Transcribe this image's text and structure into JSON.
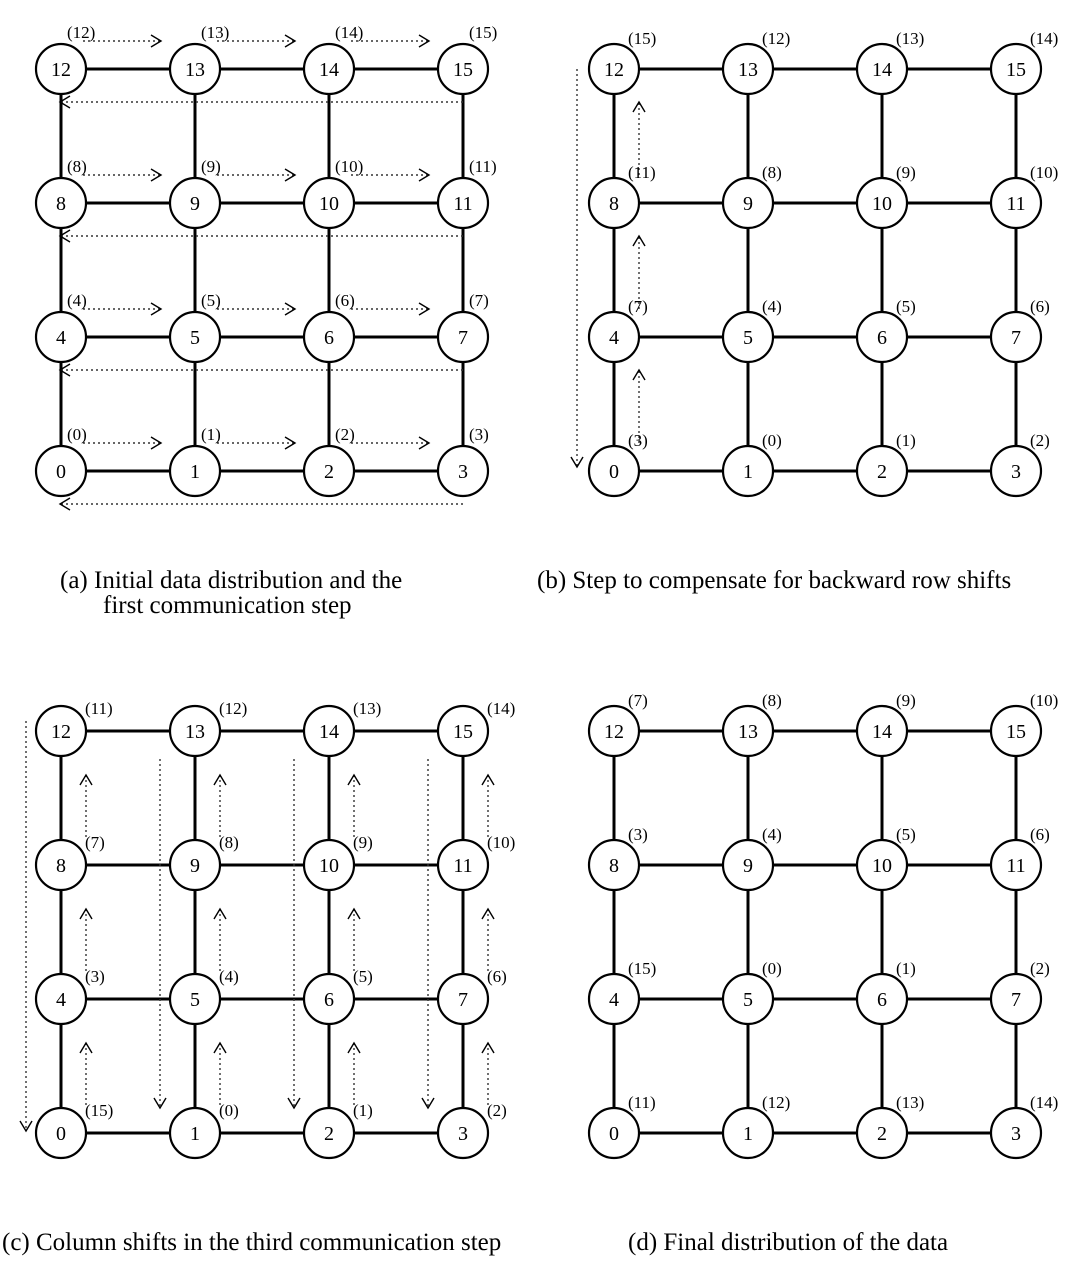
{
  "panels": [
    {
      "id": "a",
      "caption_lines": [
        "(a)  Initial data distribution and the",
        "first communication step"
      ],
      "nodes": [
        "0",
        "1",
        "2",
        "3",
        "4",
        "5",
        "6",
        "7",
        "8",
        "9",
        "10",
        "11",
        "12",
        "13",
        "14",
        "15"
      ],
      "data_labels": [
        "(0)",
        "(1)",
        "(2)",
        "(3)",
        "(4)",
        "(5)",
        "(6)",
        "(7)",
        "(8)",
        "(9)",
        "(10)",
        "(11)",
        "(12)",
        "(13)",
        "(14)",
        "(15)"
      ]
    },
    {
      "id": "b",
      "caption_lines": [
        "(b)  Step to compensate for backward row shifts"
      ],
      "nodes": [
        "0",
        "1",
        "2",
        "3",
        "4",
        "5",
        "6",
        "7",
        "8",
        "9",
        "10",
        "11",
        "12",
        "13",
        "14",
        "15"
      ],
      "data_labels": [
        "(3)",
        "(0)",
        "(1)",
        "(2)",
        "(7)",
        "(4)",
        "(5)",
        "(6)",
        "(11)",
        "(8)",
        "(9)",
        "(10)",
        "(15)",
        "(12)",
        "(13)",
        "(14)"
      ]
    },
    {
      "id": "c",
      "caption_lines": [
        "(c)  Column shifts in the third communication step"
      ],
      "nodes": [
        "0",
        "1",
        "2",
        "3",
        "4",
        "5",
        "6",
        "7",
        "8",
        "9",
        "10",
        "11",
        "12",
        "13",
        "14",
        "15"
      ],
      "data_labels": [
        "(15)",
        "(0)",
        "(1)",
        "(2)",
        "(3)",
        "(4)",
        "(5)",
        "(6)",
        "(7)",
        "(8)",
        "(9)",
        "(10)",
        "(11)",
        "(12)",
        "(13)",
        "(14)"
      ]
    },
    {
      "id": "d",
      "caption_lines": [
        "(d)  Final distribution of the data"
      ],
      "nodes": [
        "0",
        "1",
        "2",
        "3",
        "4",
        "5",
        "6",
        "7",
        "8",
        "9",
        "10",
        "11",
        "12",
        "13",
        "14",
        "15"
      ],
      "data_labels": [
        "(11)",
        "(12)",
        "(13)",
        "(14)",
        "(15)",
        "(0)",
        "(1)",
        "(2)",
        "(3)",
        "(4)",
        "(5)",
        "(6)",
        "(7)",
        "(8)",
        "(9)",
        "(10)"
      ]
    }
  ]
}
